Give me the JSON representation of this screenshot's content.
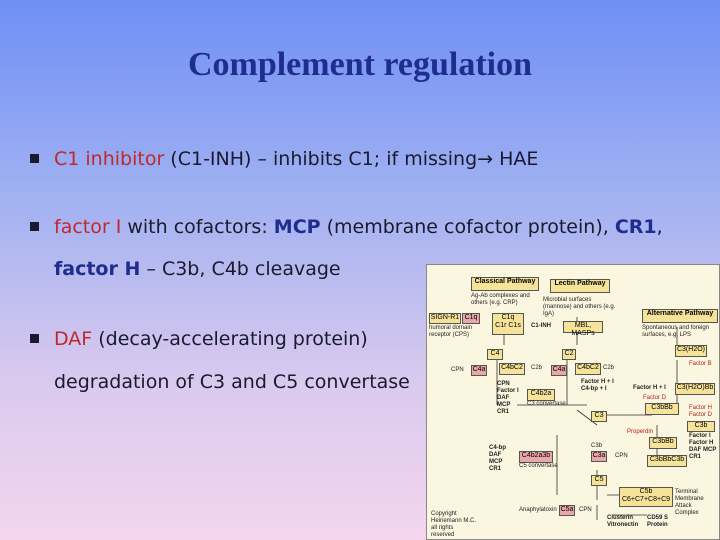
{
  "slide": {
    "title": "Complement regulation",
    "bullets": [
      {
        "hl": "C1 inhibitor",
        "rest": " (C1-INH) – inhibits C1; if missing→ HAE"
      },
      {
        "hl": "factor I",
        "rest1": " with cofactors: ",
        "b1": "MCP",
        "rest2": " (membrane cofactor protein), ",
        "b2": "CR1",
        "rest3": ",",
        "line2_b": "factor H",
        "line2_rest": " – C3b, C4b cleavage"
      },
      {
        "hl": "DAF",
        "rest": " (decay-accelerating protein)",
        "line2": "degradation of C3 and C5 convertase"
      }
    ]
  },
  "diagram": {
    "classical": "Classical Pathway",
    "lectin": "Lectin Pathway",
    "alternative": "Alternative Pathway",
    "ag_ab": "Ag-Ab complexes and others (e.g. CRP)",
    "microbial": "Microbial surfaces (mannose) and others (e.g. IgA)",
    "spontaneous": "Spontaneous and foreign surfaces, e.g. LPS",
    "sign": "SIGN-R1",
    "c1q_left": "C1q",
    "humoral": "humoral domain receptor (CPS)",
    "c1q": "C1q",
    "c1r": "C1r  C1s",
    "c1inh": "C1-INH",
    "mbl": "MBL, MASPs",
    "c3h2o": "C3(H2O)",
    "c4": "C4",
    "c2": "C2",
    "cpn1": "CPN",
    "c4a": "C4a",
    "c4bc2": "C4bC2",
    "c2b": "C2b",
    "c4a2": "C4a",
    "c4bc2_2": "C4bC2",
    "c2b_2": "C2b",
    "factor_b": "Factor B",
    "left_regs": "CPN Factor I DAF MCP CR1",
    "c4b2a": "C4b2a",
    "c3conv": "C3 convertase",
    "fh_i": "Factor H + I C4-bp + I",
    "fh_i2": "Factor H + I",
    "c3h2obb": "C3(H2O)Bb",
    "factor_d": "Factor D",
    "c3": "C3",
    "c3bbb": "C3bBb",
    "fhd": "Factor H Factor D",
    "c3b": "C3b",
    "properdin": "Properdin",
    "c3bbb2": "C3bBb",
    "right_regs": "Factor I Factor H DAF MCP CR1",
    "c4bp": "C4-bp DAF MCP CR1",
    "c4b2a3b": "C4b2a3b",
    "c5conv": "C5 convertase",
    "c3a": "C3a",
    "c3b2": "C3b",
    "cpn2": "CPN",
    "c3bbbc3b": "C3bBbC3b",
    "c5": "C5",
    "c5b": "C5b C6+C7+C8+C9",
    "mac": "Terminal Membrane Attack Complex",
    "anaphylatoxin": "Anaphylatoxin",
    "c5a": "C5a",
    "cpn3": "CPN",
    "clusterin": "Clusterin Vitronectin",
    "cd59": "CD59 S Protein",
    "copyright": "Copyright Heinemann M.C. all rights reserved"
  }
}
